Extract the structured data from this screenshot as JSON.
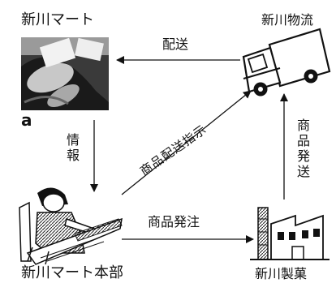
{
  "nodes": {
    "mart": {
      "label": "新川マート",
      "icon": "hand-holding-card-photo"
    },
    "logistics": {
      "label": "新川物流",
      "icon": "delivery-truck-icon"
    },
    "hq": {
      "label": "新川マート本部",
      "icon": "person-at-desk-icon"
    },
    "maker": {
      "label": "新川製菓",
      "icon": "factory-icon"
    }
  },
  "marker": "a",
  "flows": {
    "delivery": "配送",
    "info": "情報",
    "instruction": "商品配送指示",
    "order": "商品発注",
    "shipment": "商品発送"
  },
  "colors": {
    "ink": "#111111",
    "background": "#ffffff"
  }
}
